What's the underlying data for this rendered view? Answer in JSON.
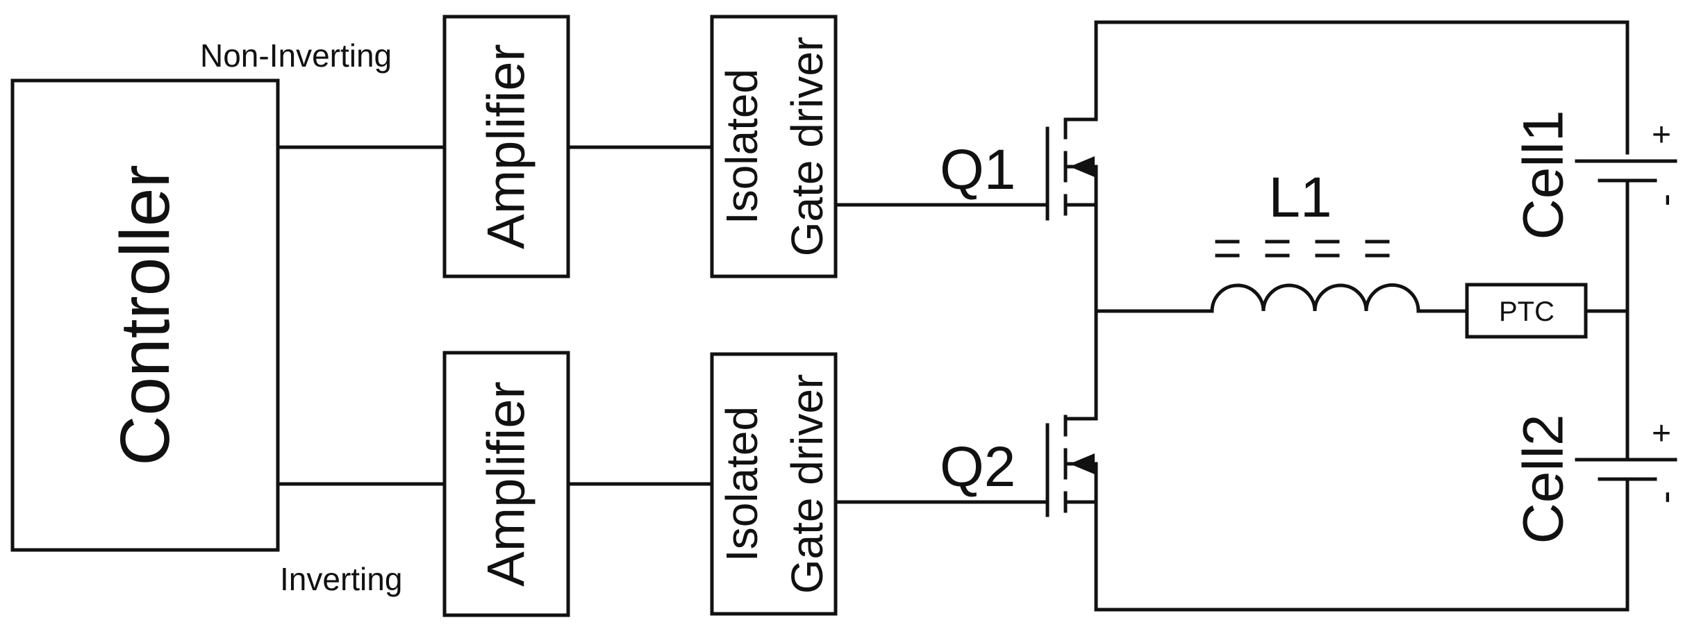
{
  "blocks": {
    "controller": "Controller",
    "amplifier_top": "Amplifier",
    "amplifier_bottom": "Amplifier",
    "gate_driver_top": {
      "line1": "Isolated",
      "line2": "Gate driver"
    },
    "gate_driver_bottom": {
      "line1": "Isolated",
      "line2": "Gate driver"
    }
  },
  "signals": {
    "non_inverting": "Non-Inverting",
    "inverting": "Inverting"
  },
  "components": {
    "q1": "Q1",
    "q2": "Q2",
    "l1": "L1",
    "ptc": "PTC",
    "cell1": "Cell1",
    "cell2": "Cell2",
    "plus": "+",
    "minus": "-"
  }
}
